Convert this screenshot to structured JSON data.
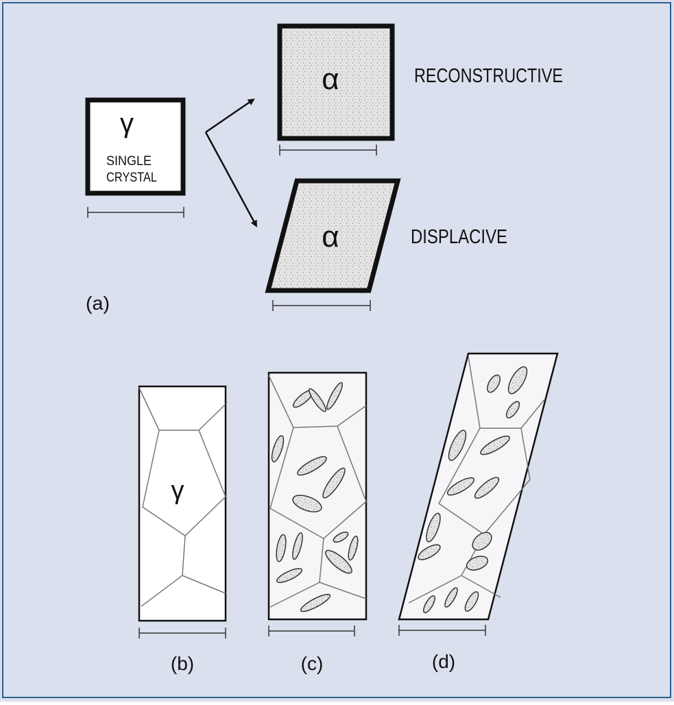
{
  "colors": {
    "background": "#dbe0ee",
    "frame": "#2f5f8c",
    "ink": "#111111",
    "stipple_fill": "#e4e4e4",
    "grain_line": "#888888",
    "light_fill": "#f6f6f8"
  },
  "panel_a": {
    "label": "(a)",
    "parent": {
      "symbol": "γ",
      "caption_line1": "SINGLE",
      "caption_line2": "CRYSTAL"
    },
    "reconstructive": {
      "symbol": "α",
      "label": "RECONSTRUCTIVE"
    },
    "displacive": {
      "symbol": "α",
      "label": "DISPLACIVE"
    }
  },
  "panel_b": {
    "label": "(b)",
    "symbol": "γ"
  },
  "panel_c": {
    "label": "(c)"
  },
  "panel_d": {
    "label": "(d)"
  }
}
